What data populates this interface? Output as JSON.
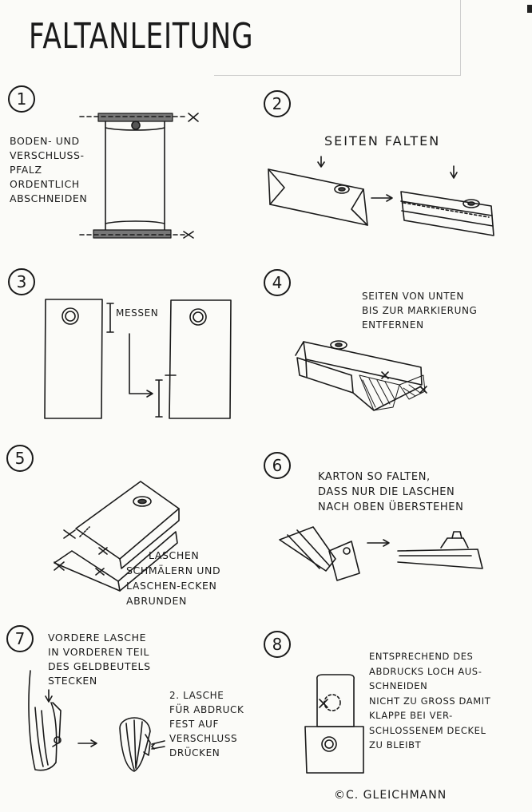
{
  "title": "FALTANLEITUNG",
  "steps": [
    {
      "number": "1",
      "lines": [
        "BODEN- UND",
        "VERSCHLUSS-",
        "PFALZ",
        "ORDENTLICH",
        "ABSCHNEIDEN"
      ]
    },
    {
      "number": "2",
      "lines": [
        "SEITEN FALTEN"
      ]
    },
    {
      "number": "3",
      "lines": [
        "MESSEN"
      ]
    },
    {
      "number": "4",
      "lines": [
        "SEITEN VON UNTEN",
        "BIS ZUR MARKIERUNG",
        "ENTFERNEN"
      ]
    },
    {
      "number": "5",
      "lines": [
        "LASCHEN",
        "SCHMÄLERN UND",
        "LASCHEN-ECKEN",
        "ABRUNDEN"
      ]
    },
    {
      "number": "6",
      "lines": [
        "KARTON SO FALTEN,",
        "DASS NUR DIE LASCHEN",
        "NACH OBEN ÜBERSTEHEN"
      ]
    },
    {
      "number": "7",
      "lines": [
        "VORDERE LASCHE",
        "IN VORDEREN TEIL",
        "DES GELDBEUTELS",
        "STECKEN"
      ],
      "lines2": [
        "2. LASCHE",
        "FÜR ABDRUCK",
        "FEST AUF",
        "VERSCHLUSS",
        "DRÜCKEN"
      ]
    },
    {
      "number": "8",
      "lines": [
        "ENTSPRECHEND DES",
        "ABDRUCKS LOCH AUS-",
        "SCHNEIDEN",
        "NICHT ZU GROß DAMIT",
        "KLAPPE BEI VER-",
        "SCHLOSSENEM DECKEL",
        "ZU BLEIBT"
      ]
    }
  ],
  "copyright": "©C. GLEICHMANN"
}
